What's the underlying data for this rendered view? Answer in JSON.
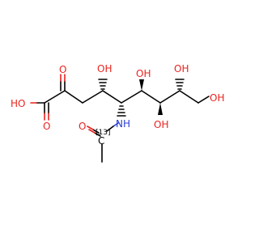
{
  "molecule": {
    "atom_labels": {
      "ho_acid": "HO",
      "o_carbonyl_acid": "O",
      "o_ketone": "O",
      "oh_c4": "OH",
      "oh_c6": "OH",
      "oh_c7": "OH",
      "oh_c8": "OH",
      "oh_c9": "OH",
      "nh": "NH",
      "o_amide": "O",
      "isotope": "[13]",
      "c13": "C"
    },
    "colors": {
      "oxygen": "#e8231e",
      "nitrogen": "#2d3fd6",
      "carbon": "#000000"
    }
  }
}
